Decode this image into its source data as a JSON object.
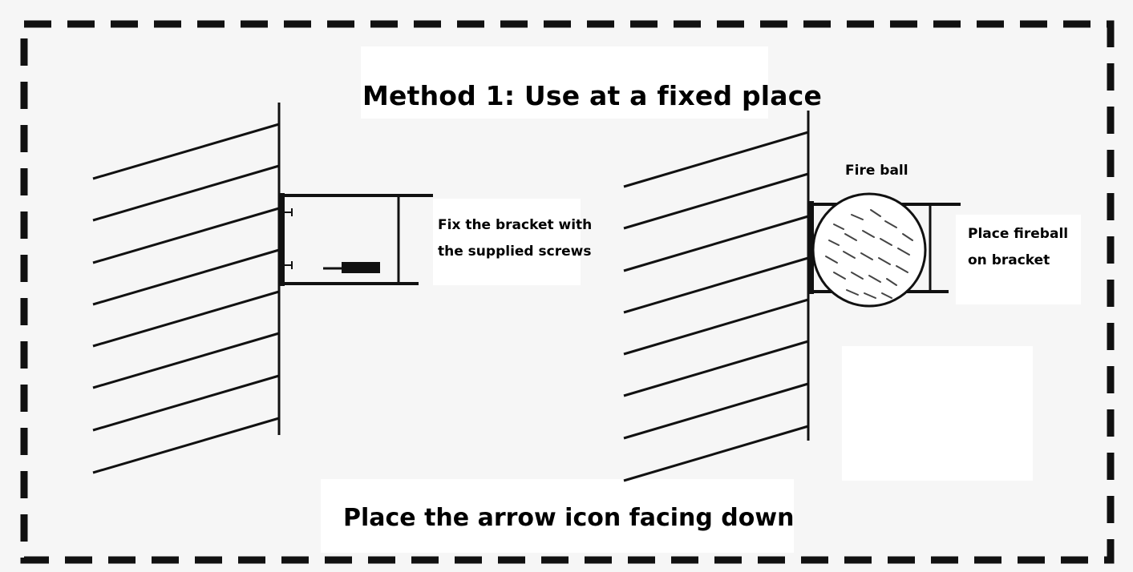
{
  "diagram": {
    "title": "Method 1: Use at a fixed place",
    "footer": "Place the arrow icon facing down",
    "left_panel": {
      "note_line1": "Fix the bracket with",
      "note_line2": "the supplied screws"
    },
    "right_panel": {
      "ball_label": "Fire ball",
      "note_line1": "Place fireball",
      "note_line2": "on bracket"
    },
    "colors": {
      "ink": "#111111",
      "background": "#f6f6f6",
      "label_box": "#ffffff"
    }
  }
}
